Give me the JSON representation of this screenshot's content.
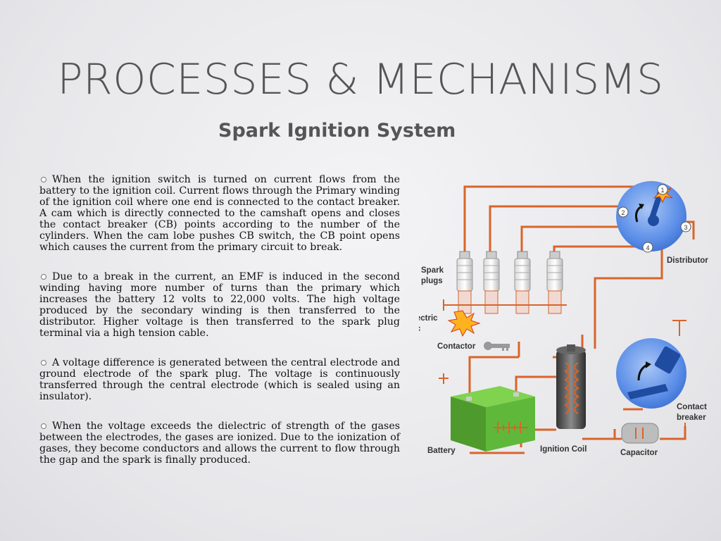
{
  "slide": {
    "title": "PROCESSES & MECHANISMS",
    "subtitle": "Spark Ignition System",
    "bullets": [
      "When the ignition switch is turned on current flows from the battery to the ignition coil. Current flows through the Primary winding of the ignition coil where one end is connected to the contact breaker. A cam which is directly connected to the camshaft opens and closes the contact breaker (CB) points according to the number of the cylinders. When the cam lobe pushes CB switch, the CB point opens which causes the current from the primary circuit to break.",
      "Due to a break in the current, an EMF is induced in the second winding having more number of turns than the primary which increases the battery 12 volts to 22,000 volts. The high voltage produced by the secondary winding is then transferred to the distributor. Higher voltage is then transferred to the spark plug terminal via a high tension cable.",
      "A voltage difference is generated between the central electrode and ground electrode of the spark plug. The voltage is continuously transferred through the central electrode (which is sealed using an insulator).",
      "When the voltage exceeds the dielectric of strength of the gases between the electrodes, the gases are ionized. Due to the ionization of gases, they become conductors and allows the current to flow through the gap and the spark is finally produced."
    ]
  },
  "diagram": {
    "labels": {
      "spark_plugs_1": "Spark",
      "spark_plugs_2": "plugs",
      "electric_arc_1": "Electric",
      "electric_arc_2": "arc",
      "distributor": "Distributor",
      "contactor": "Contactor",
      "contact_breaker_1": "Contact",
      "contact_breaker_2": "breaker",
      "battery": "Battery",
      "ignition_coil": "Ignition Coil",
      "capacitor": "Capacitor"
    },
    "distributor_numbers": [
      "1",
      "2",
      "3",
      "4"
    ],
    "colors": {
      "wire": "#d9642a",
      "disc": "#5b8ee8",
      "battery": "#5fb83a",
      "coil": "#555555"
    }
  }
}
